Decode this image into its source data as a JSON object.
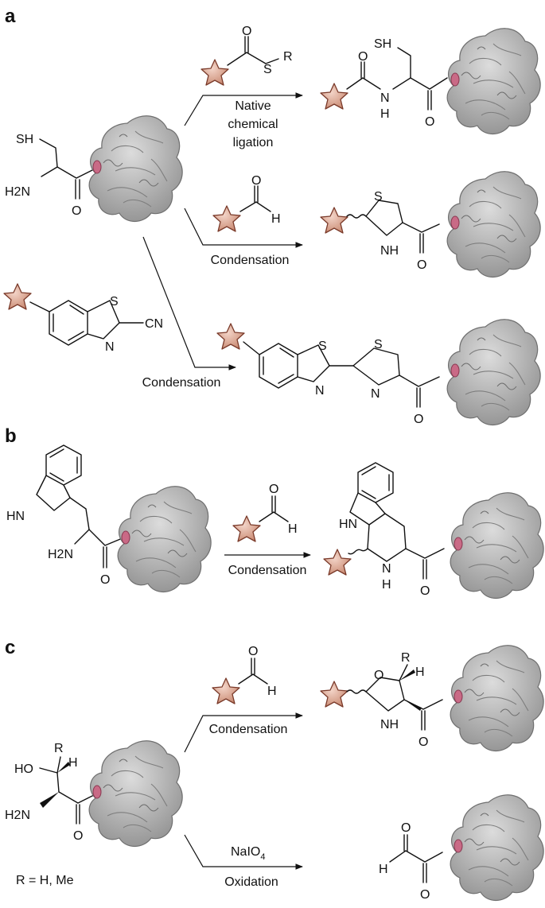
{
  "colors": {
    "star": "#d9a08c",
    "star_edge": "#7a3a2a",
    "protein": "#b8b8b8",
    "protein_edge": "#6f6f6f",
    "tag": "#c96a86"
  },
  "icons": {
    "fluorophore": "star-icon",
    "protein": "protein-surface-icon"
  },
  "panels": {
    "a": {
      "letter": "a",
      "reactions": [
        {
          "reagent": {
            "S": "S",
            "R": "R"
          },
          "condition": [
            "Native",
            "chemical",
            "ligation"
          ]
        },
        {
          "reagent": {
            "H": "H"
          },
          "condition": [
            "Condensation"
          ]
        },
        {
          "reagent": {
            "S": "S",
            "N": "N",
            "CN": "CN"
          },
          "condition": [
            "Condensation"
          ]
        }
      ],
      "substrate": {
        "SH": "SH",
        "H2N": "H2N",
        "O": "O"
      },
      "products": [
        {
          "SH": "SH",
          "O": "O",
          "N": "N",
          "H": "H"
        },
        {
          "S": "S",
          "NH": "N",
          "H": "H",
          "O": "O"
        },
        {
          "S1": "S",
          "N1": "N",
          "S2": "S",
          "N2": "N",
          "O": "O"
        }
      ]
    },
    "b": {
      "letter": "b",
      "substrate": {
        "HN": "HN",
        "H2N": "H2N",
        "O": "O"
      },
      "reagent": {
        "O": "O",
        "H": "H"
      },
      "condition": "Condensation",
      "product": {
        "HN": "HN",
        "N": "N",
        "H": "H",
        "O": "O"
      }
    },
    "c": {
      "letter": "c",
      "substrate": {
        "HO": "HO",
        "R": "R",
        "H": "H",
        "H2N": "H2N",
        "O": "O"
      },
      "r_note": "R = H, Me",
      "reactions": [
        {
          "reagent": {
            "O": "O",
            "H": "H"
          },
          "condition": "Condensation"
        },
        {
          "reagent_text": "NaIO",
          "reagent_sub": "4",
          "condition": "Oxidation"
        }
      ],
      "products": [
        {
          "R": "R",
          "H": "H",
          "O": "O",
          "NH": "N",
          "NH_H": "H",
          "CO": "O"
        },
        {
          "H": "H",
          "O1": "O",
          "O2": "O"
        }
      ]
    }
  }
}
